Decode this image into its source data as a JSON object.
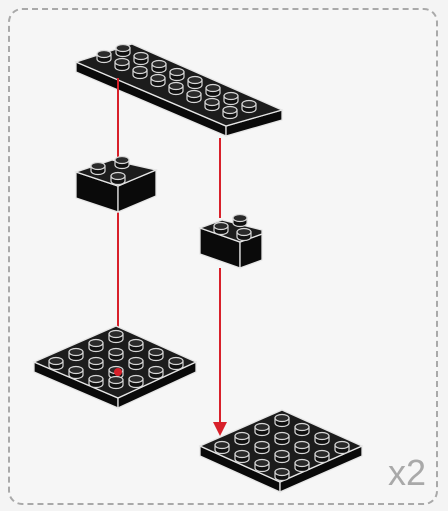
{
  "instruction": {
    "quantity_label": "x2",
    "accent_color": "#d8202a",
    "brick_color": "#111111"
  },
  "parts": [
    {
      "name": "plate-2x8"
    },
    {
      "name": "brick-2x2-corner-left"
    },
    {
      "name": "brick-2x2-corner-right"
    },
    {
      "name": "plate-4x4-left"
    },
    {
      "name": "plate-4x4-right"
    }
  ]
}
